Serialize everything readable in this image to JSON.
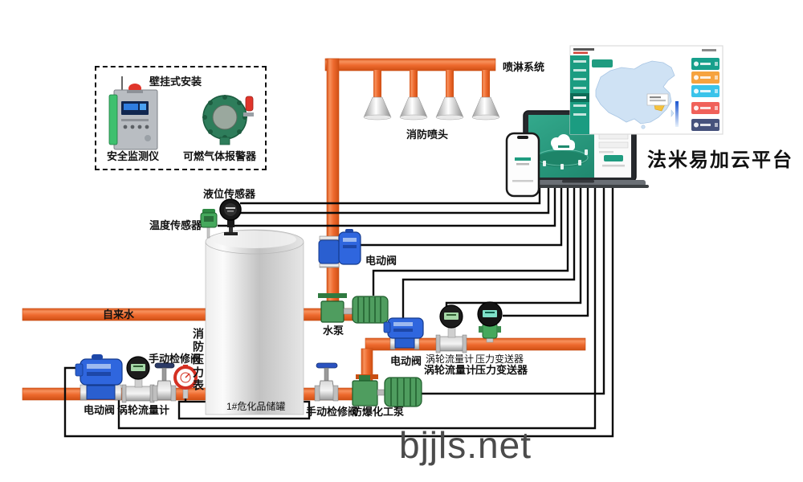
{
  "wall_mount_box": {
    "title": "壁挂式安装",
    "devices": [
      {
        "label": "安全监测仪"
      },
      {
        "label": "可燃气体报警器"
      }
    ]
  },
  "spray_system": {
    "label": "喷淋系统",
    "sprinkler_label": "消防喷头",
    "sprinkler_count": 4
  },
  "platform": {
    "title": "法米易加云平台",
    "dashboard_colors": {
      "sidebar": "#1b9c81",
      "map": "#cfe2f4",
      "cards": [
        "#17a08c",
        "#f6a33f",
        "#3ac3ea",
        "#f0615a",
        "#46527c"
      ]
    }
  },
  "tank": {
    "label": "1#危化品储罐",
    "level_sensor_label": "液位传感器",
    "temp_sensor_label": "温度传感器"
  },
  "pipes": {
    "tap_water_label": "自来水",
    "color": "#ee6a2e"
  },
  "devices": {
    "electric_valve_top": "电动阀",
    "water_pump": "水泵",
    "electric_valve_mid": "电动阀",
    "turbine_flow_meter_mid_1": "涡轮流量计",
    "turbine_flow_meter_mid_2": "涡轮流量计",
    "pressure_transmitter_1": "压力变送器",
    "pressure_transmitter_2": "压力变送器",
    "electric_valve_bottom": "电动阀",
    "turbine_flow_meter_bottom": "涡轮流量计",
    "manual_valve_bottom_left": "手动检修阀",
    "fire_pressure_gauge": "消防压力表",
    "manual_valve_bottom_mid": "手动检修阀",
    "explosion_proof_pump": "防爆化工泵"
  },
  "watermark": "bjjls.net"
}
